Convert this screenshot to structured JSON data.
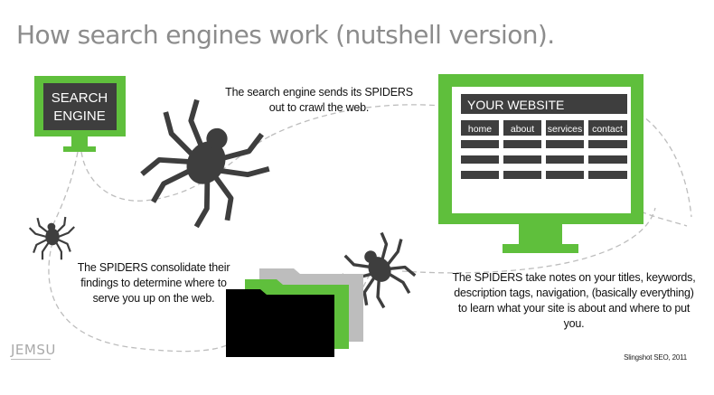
{
  "title": "How search engines work (nutshell version).",
  "search_engine": {
    "line1": "SEARCH",
    "line2": "ENGINE"
  },
  "website": {
    "label": "YOUR WEBSITE",
    "nav": [
      "home",
      "about",
      "services",
      "contact"
    ]
  },
  "captions": {
    "crawl": "The search engine sends its SPIDERS out to crawl the web.",
    "consolidate": "The SPIDERS consolidate their findings to determine where to serve you up on the web.",
    "notes": "The SPIDERS take notes on your titles, keywords, description tags, navigation, (basically everything) to learn what your site is about and where to put you."
  },
  "credit": "Slingshot SEO, 2011",
  "logo": "JEMSU",
  "colors": {
    "green": "#5fbf3c",
    "dark": "#3e3e3e",
    "black": "#000000",
    "light_gray": "#bdbdbd",
    "title_gray": "#8c8c8c"
  }
}
